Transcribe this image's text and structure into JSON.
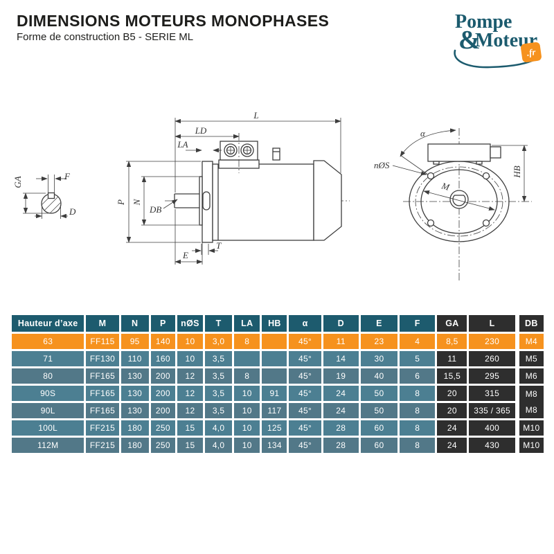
{
  "header": {
    "title": "DIMENSIONS MOTEURS MONOPHASES",
    "subtitle": "Forme de construction B5 - SERIE ML"
  },
  "logo": {
    "line1": "Pompe",
    "amp": "&",
    "line2": "Moteur",
    "tld": ".fr"
  },
  "diagram": {
    "shaft_end_view": {
      "ga_label": "GA",
      "f_label": "F",
      "d_label": "D"
    },
    "side_view": {
      "l_label": "L",
      "ld_label": "LD",
      "la_label": "LA",
      "p_label": "P",
      "n_label": "N",
      "db_label": "DB",
      "t_label": "T",
      "e_label": "E"
    },
    "flange_view": {
      "alpha_label": "α",
      "nos_label": "nØS",
      "m_label": "M",
      "hb_label": "HB"
    }
  },
  "table": {
    "columns": [
      "Hauteur d’axe",
      "M",
      "N",
      "P",
      "nØS",
      "T",
      "LA",
      "HB",
      "α",
      "D",
      "E",
      "F",
      "GA",
      "L",
      "DB"
    ],
    "dark_column_indexes": [
      12,
      13,
      14
    ],
    "rows": [
      {
        "highlight": true,
        "cells": [
          "63",
          "FF115",
          "95",
          "140",
          "10",
          "3,0",
          "8",
          "",
          "45°",
          "11",
          "23",
          "4",
          "8,5",
          "230",
          "M4"
        ]
      },
      {
        "highlight": false,
        "cells": [
          "71",
          "FF130",
          "110",
          "160",
          "10",
          "3,5",
          "",
          "",
          "45°",
          "14",
          "30",
          "5",
          "11",
          "260",
          "M5"
        ]
      },
      {
        "highlight": false,
        "cells": [
          "80",
          "FF165",
          "130",
          "200",
          "12",
          "3,5",
          "8",
          "",
          "45°",
          "19",
          "40",
          "6",
          "15,5",
          "295",
          "M6"
        ]
      },
      {
        "highlight": false,
        "merge_db_with_next": true,
        "cells": [
          "90S",
          "FF165",
          "130",
          "200",
          "12",
          "3,5",
          "10",
          "91",
          "45°",
          "24",
          "50",
          "8",
          "20",
          "315",
          "M8"
        ]
      },
      {
        "highlight": false,
        "cells": [
          "90L",
          "FF165",
          "130",
          "200",
          "12",
          "3,5",
          "10",
          "117",
          "45°",
          "24",
          "50",
          "8",
          "20",
          "335 / 365",
          "M8"
        ]
      },
      {
        "highlight": false,
        "cells": [
          "100L",
          "FF215",
          "180",
          "250",
          "15",
          "4,0",
          "10",
          "125",
          "45°",
          "28",
          "60",
          "8",
          "24",
          "400",
          "M10"
        ]
      },
      {
        "highlight": false,
        "cells": [
          "112M",
          "FF215",
          "180",
          "250",
          "15",
          "4,0",
          "10",
          "134",
          "45°",
          "28",
          "60",
          "8",
          "24",
          "430",
          "M10"
        ]
      }
    ]
  },
  "colors": {
    "accent_orange": "#F6921E",
    "header_teal": "#1D5B6E",
    "row_teal_light": "#4C7F92",
    "row_teal_dark": "#527888",
    "dark_column": "#2E2E2E",
    "logo_teal": "#1C5B6E"
  }
}
